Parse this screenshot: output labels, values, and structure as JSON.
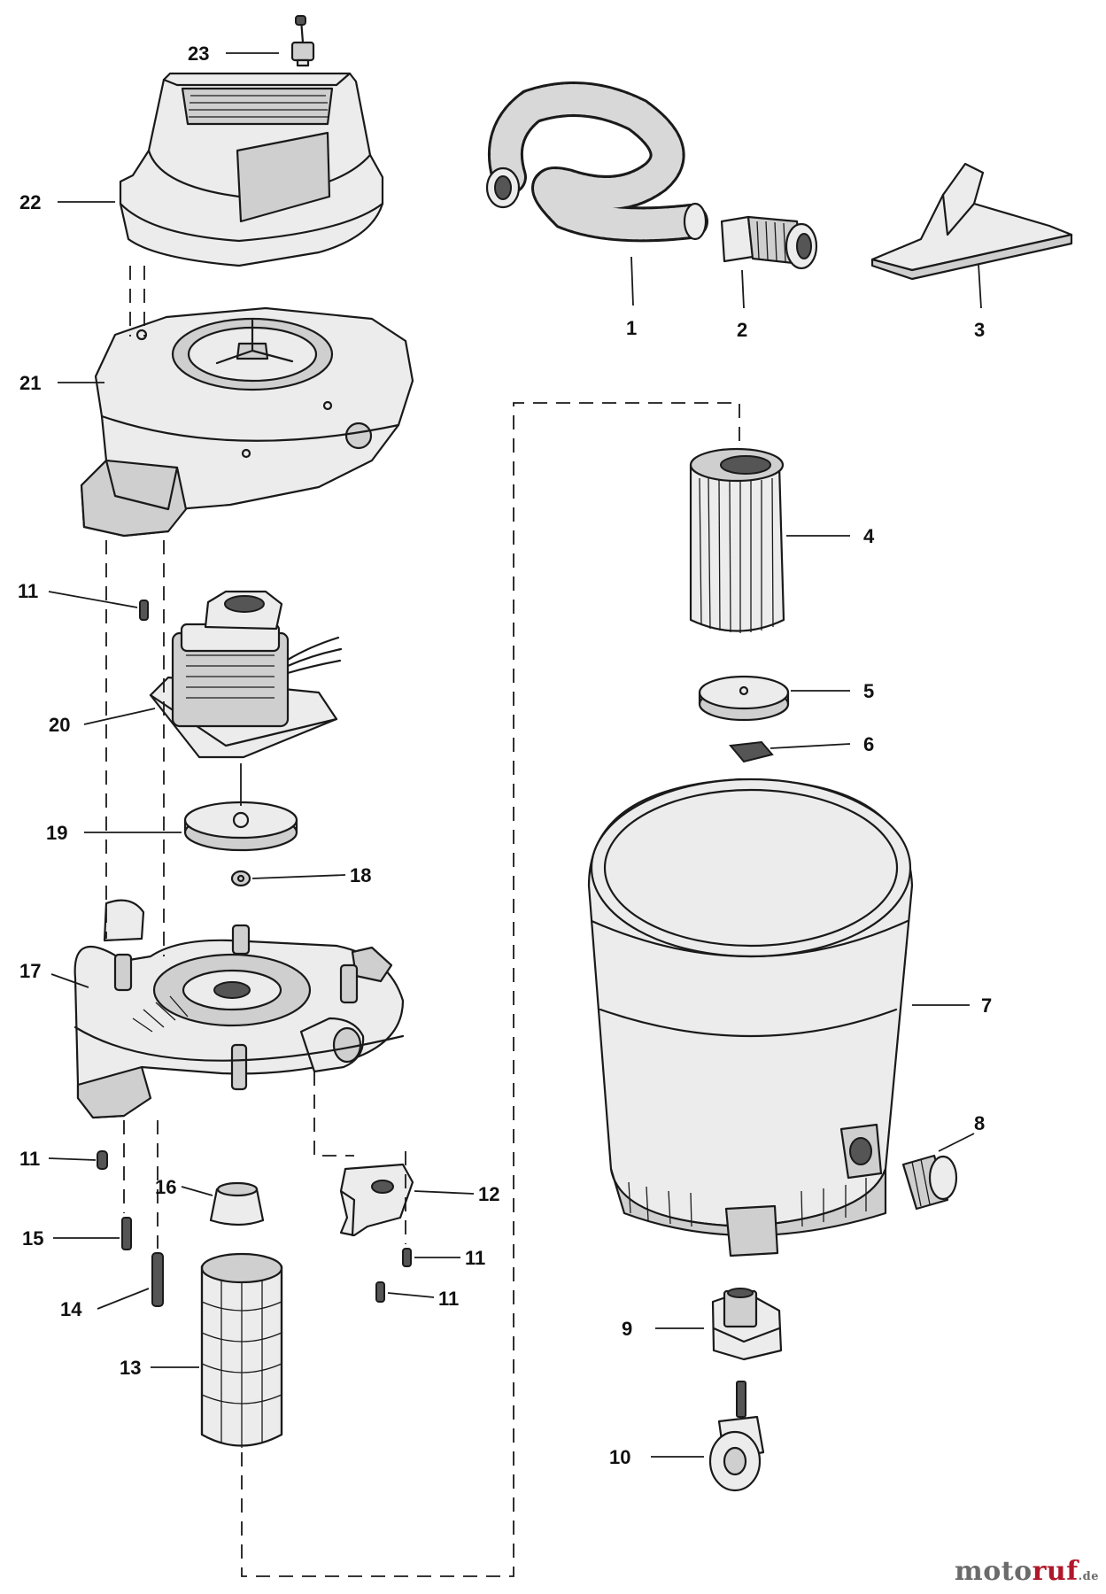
{
  "callouts": [
    {
      "id": "1",
      "label": "1"
    },
    {
      "id": "2",
      "label": "2"
    },
    {
      "id": "3",
      "label": "3"
    },
    {
      "id": "4",
      "label": "4"
    },
    {
      "id": "5",
      "label": "5"
    },
    {
      "id": "6",
      "label": "6"
    },
    {
      "id": "7",
      "label": "7"
    },
    {
      "id": "8",
      "label": "8"
    },
    {
      "id": "9",
      "label": "9"
    },
    {
      "id": "10",
      "label": "10"
    },
    {
      "id": "11a",
      "label": "11"
    },
    {
      "id": "11b",
      "label": "11"
    },
    {
      "id": "11c",
      "label": "11"
    },
    {
      "id": "11d",
      "label": "11"
    },
    {
      "id": "12",
      "label": "12"
    },
    {
      "id": "13",
      "label": "13"
    },
    {
      "id": "14",
      "label": "14"
    },
    {
      "id": "15",
      "label": "15"
    },
    {
      "id": "16",
      "label": "16"
    },
    {
      "id": "17",
      "label": "17"
    },
    {
      "id": "18",
      "label": "18"
    },
    {
      "id": "19",
      "label": "19"
    },
    {
      "id": "20",
      "label": "20"
    },
    {
      "id": "21",
      "label": "21"
    },
    {
      "id": "22",
      "label": "22"
    },
    {
      "id": "23",
      "label": "23"
    }
  ],
  "watermark": {
    "brand_main": "moto",
    "brand_accent": "ruf",
    "brand_tld": ".de"
  }
}
